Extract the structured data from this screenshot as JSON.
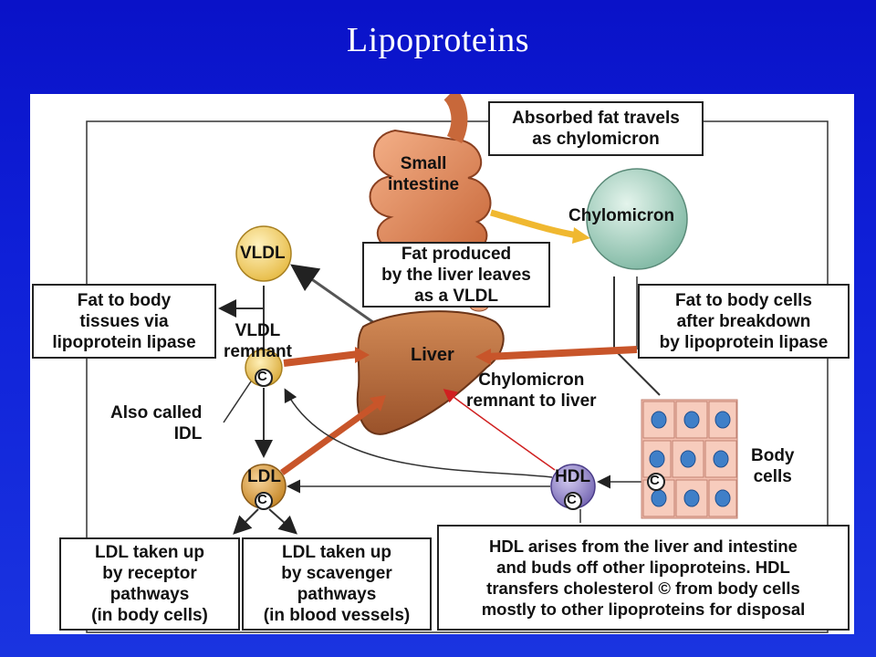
{
  "title": "Lipoproteins",
  "labels": {
    "small_intestine": [
      "Small",
      "intestine"
    ],
    "chylomicron": "Chylomicron",
    "vldl": "VLDL",
    "vldl_remnant": [
      "VLDL",
      "remnant"
    ],
    "liver": "Liver",
    "chylomicron_remnant": [
      "Chylomicron",
      "remnant to liver"
    ],
    "also_called_idl": [
      "Also called",
      "IDL"
    ],
    "ldl": "LDL",
    "hdl": "HDL",
    "body_cells": [
      "Body",
      "cells"
    ],
    "cholesterol_symbol": "C"
  },
  "boxes": {
    "absorbed_fat": [
      "Absorbed fat travels",
      "as chylomicron"
    ],
    "fat_by_liver": [
      "Fat produced",
      "by the liver leaves",
      "as a VLDL"
    ],
    "fat_to_tissues": [
      "Fat to body",
      "tissues via",
      "lipoprotein lipase"
    ],
    "fat_to_cells": [
      "Fat to body cells",
      "after breakdown",
      "by lipoprotein lipase"
    ],
    "ldl_receptor": [
      "LDL taken up",
      "by receptor",
      "pathways",
      "(in body cells)"
    ],
    "ldl_scavenger": [
      "LDL taken up",
      "by scavenger",
      "pathways",
      "(in blood vessels)"
    ],
    "hdl_info": [
      "HDL arises from the liver and intestine",
      "and buds off other lipoproteins. HDL",
      "transfers cholesterol © from body cells",
      "mostly to other lipoproteins for disposal"
    ]
  },
  "colors": {
    "background": "#0f20d8",
    "liver": "#b86a3a",
    "intestine": "#e08a5a",
    "chylomicron": "#a9d4c2",
    "vldl": "#f2d27a",
    "ldl": "#e0a040",
    "hdl": "#8a7cc0",
    "arrow_main": "#c8552a",
    "arrow_yellow": "#f0b830",
    "red_line": "#d02020",
    "cell_fill": "#f4c0b0",
    "nucleus": "#3f7fc8"
  }
}
